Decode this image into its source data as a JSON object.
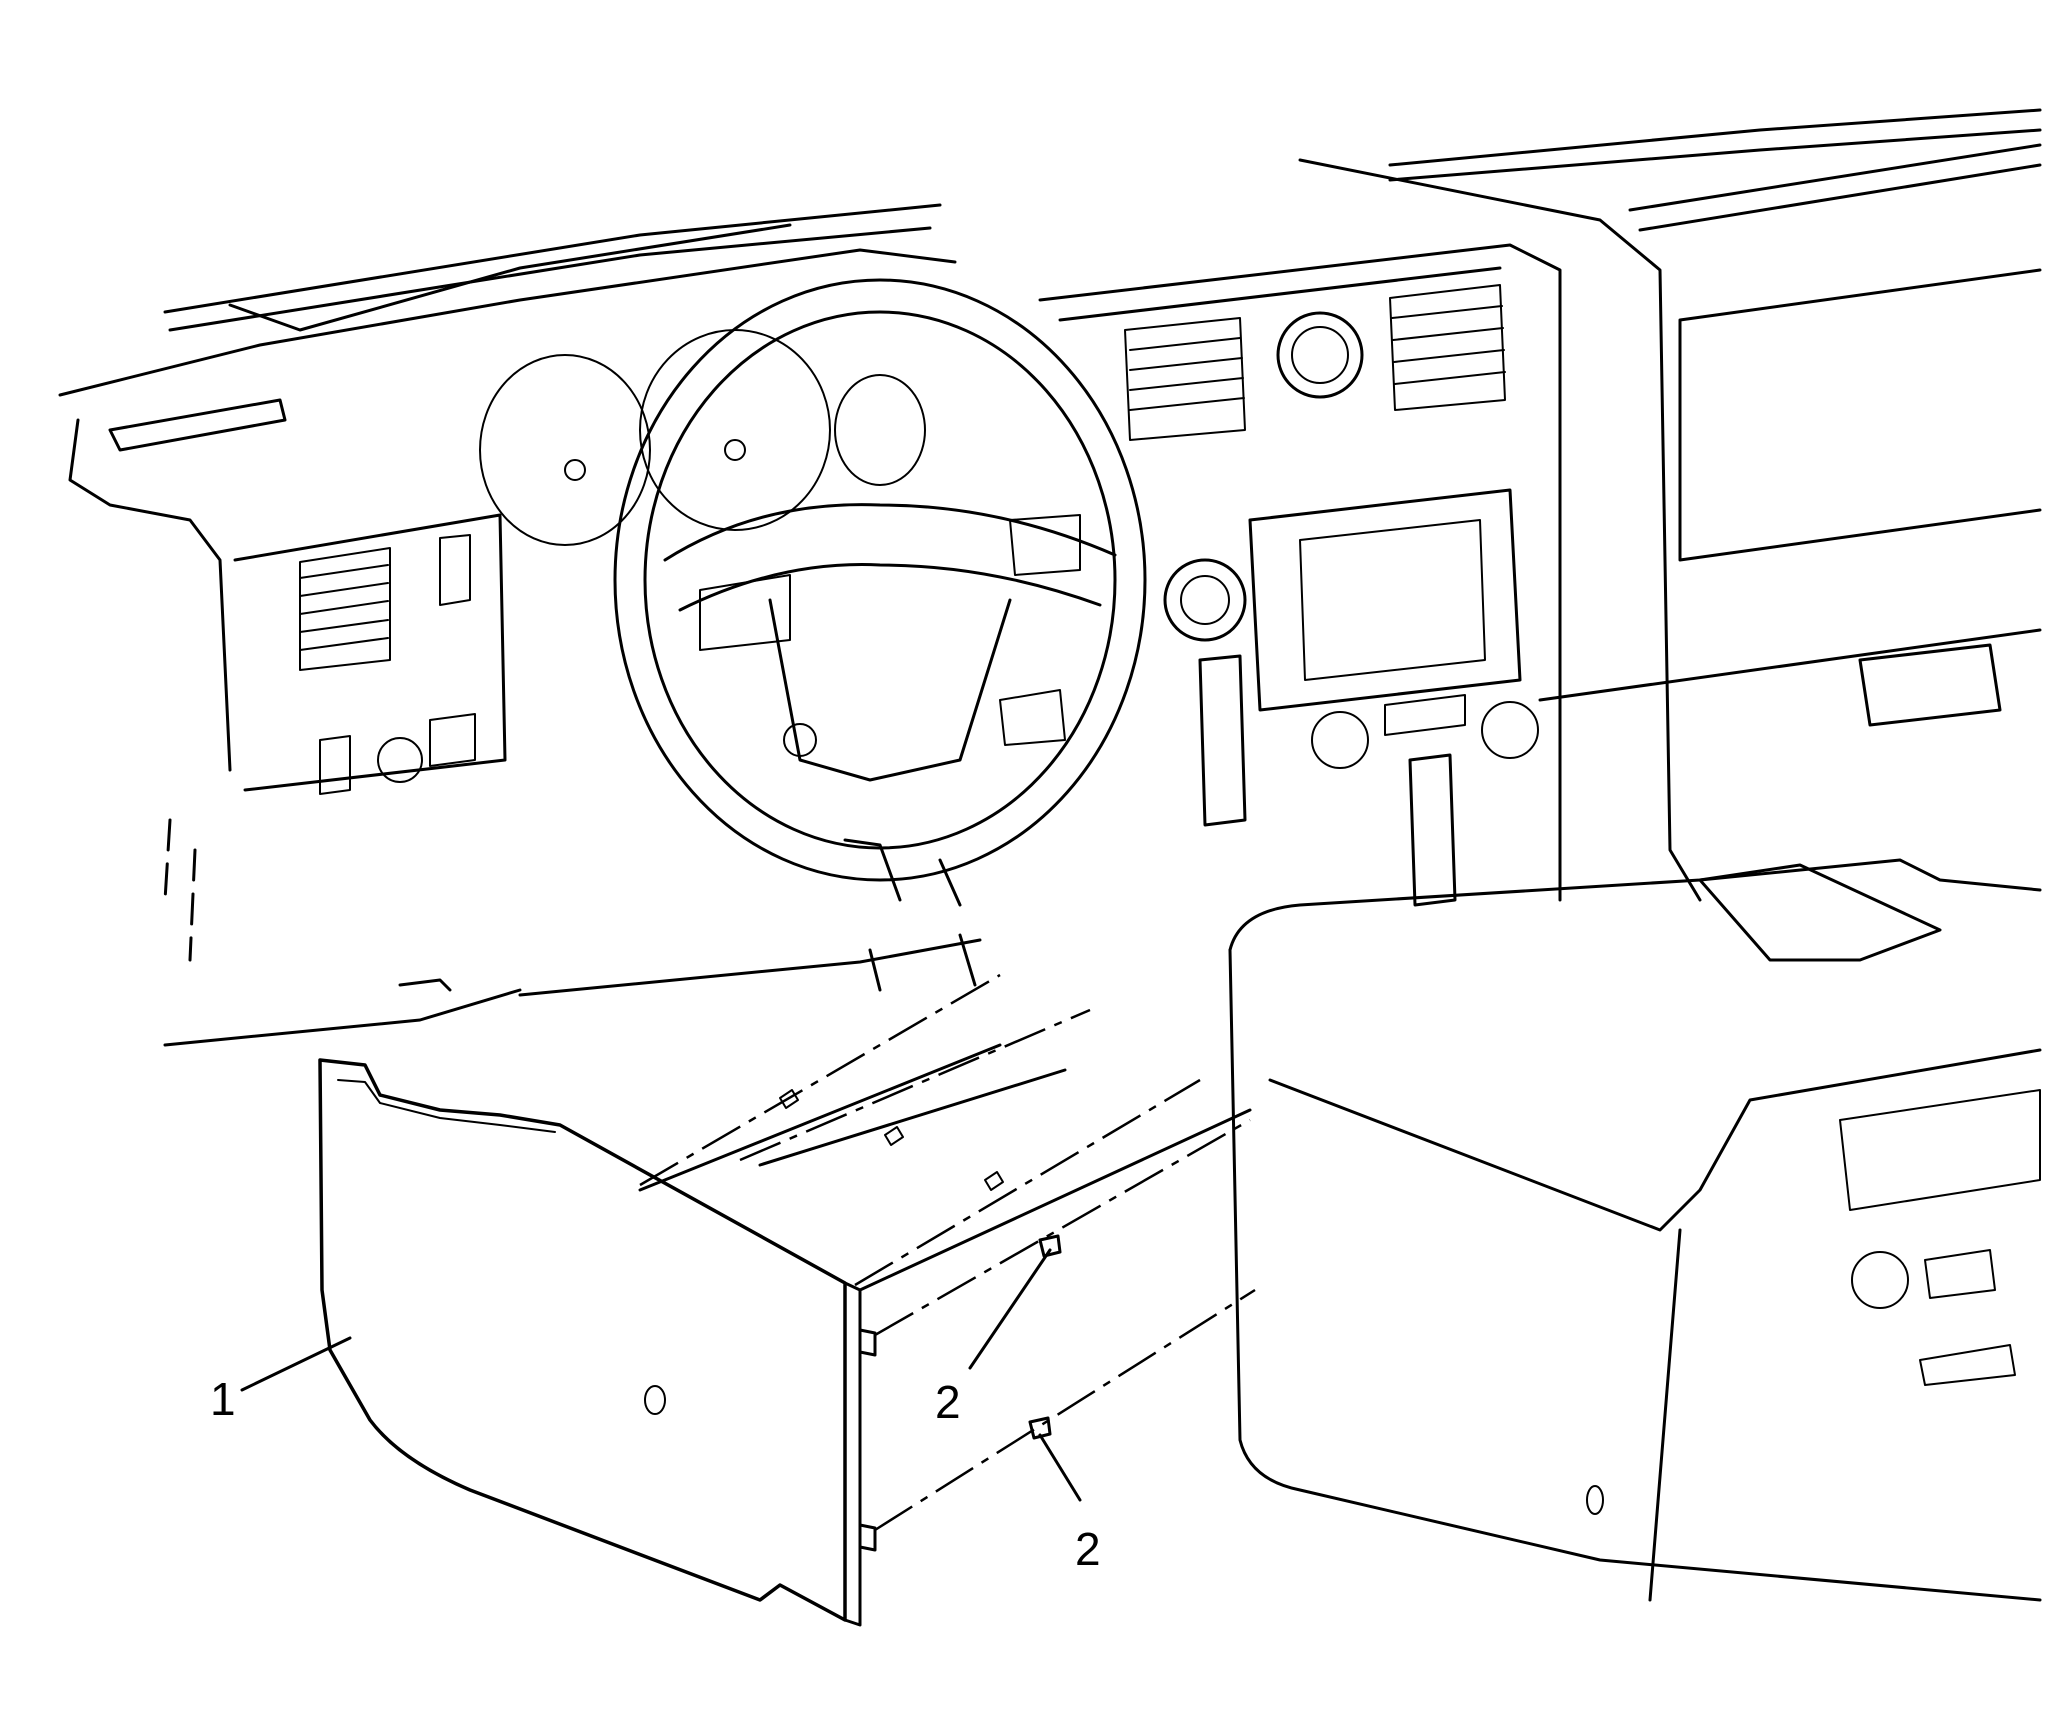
{
  "callouts": [
    {
      "id": "c1",
      "label": "1"
    },
    {
      "id": "c2a",
      "label": "2"
    },
    {
      "id": "c2b",
      "label": "2"
    }
  ]
}
